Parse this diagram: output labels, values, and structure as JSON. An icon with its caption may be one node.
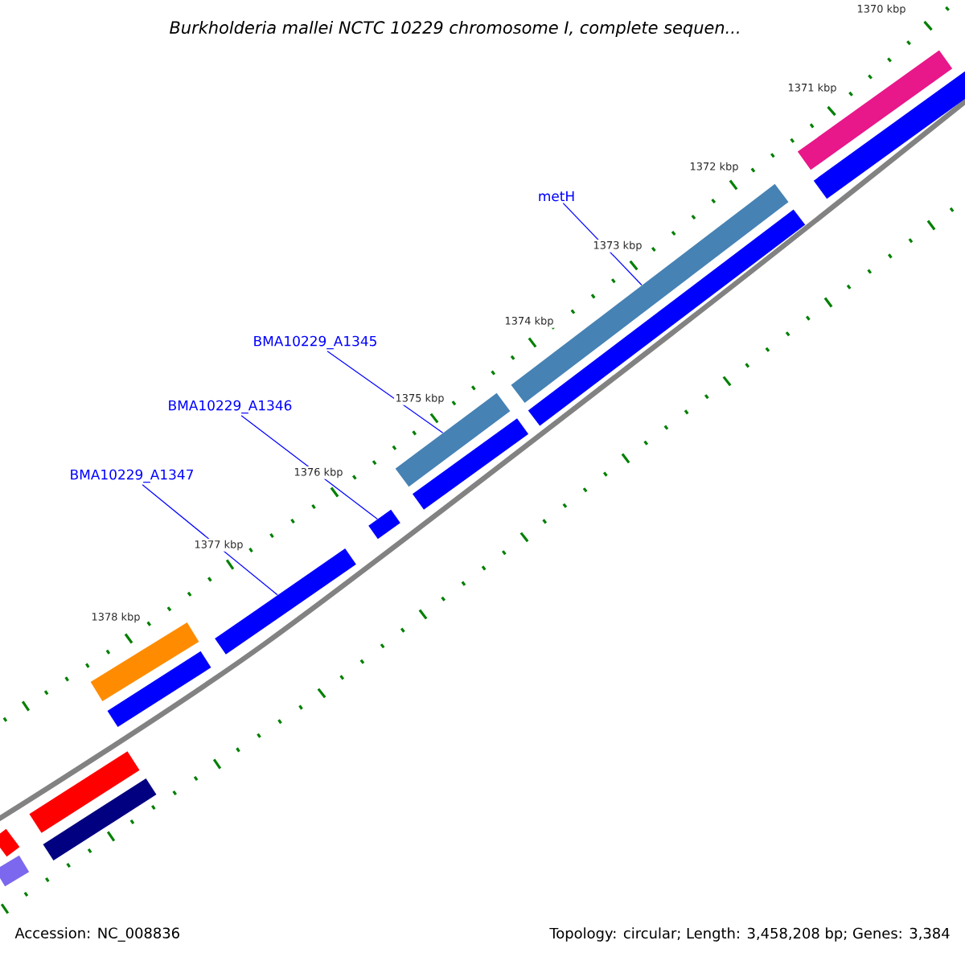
{
  "diagram": {
    "title": "Burkholderia mallei NCTC 10229 chromosome I, complete sequen...",
    "nodes": [
      {
        "text": [],
        "shape": "bar"
      },
      {
        "text": [],
        "shape": "bar"
      },
      {
        "text": [
          "metH"
        ]
      },
      {
        "text": [],
        "shape": "bar"
      },
      {
        "text": [],
        "shape": "bar"
      },
      {
        "text": [
          "BMA10229_A1345"
        ]
      },
      {
        "text": [
          "BMA10229_A1346"
        ]
      },
      {
        "text": [],
        "shape": "bar"
      },
      {
        "text": [],
        "shape": "bar"
      },
      {
        "text": [
          "BMA10229_A1347"
        ]
      },
      {
        "text": [],
        "shape": "bar"
      },
      {
        "text": [],
        "shape": "bar"
      },
      {
        "text": [],
        "shape": "bar"
      },
      {
        "text": [],
        "shape": "bar"
      },
      {
        "text": [],
        "shape": "bar"
      },
      {
        "text": [],
        "shape": "bar"
      },
      {
        "text": [],
        "shape": "bar"
      },
      {
        "text": [],
        "shape": "bar"
      }
    ],
    "edges": [
      {
        "from": 2,
        "to": 3,
        "arrow": "none"
      },
      {
        "from": 5,
        "to": 7,
        "arrow": "none"
      },
      {
        "from": 6,
        "to": 10,
        "arrow": "none"
      },
      {
        "from": 9,
        "to": 11,
        "arrow": "none"
      }
    ],
    "labels": [
      "1370 kbp",
      "1371 kbp",
      "1372 kbp",
      "1373 kbp",
      "1374 kbp",
      "1375 kbp",
      "1376 kbp",
      "1377 kbp",
      "1378 kbp",
      "Accession: NC_008836",
      "Topology: circular; Length: 3,458,208 bp; Genes: 3,384"
    ]
  }
}
